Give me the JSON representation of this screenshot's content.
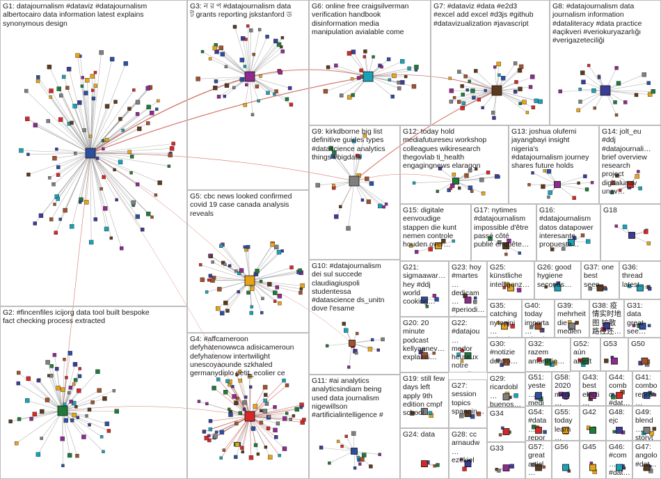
{
  "colors": {
    "background": "#ffffff",
    "group_border": "#bcbcbc",
    "edge_gray": "#9a9a9a",
    "edge_red": "#c0392b",
    "node_colors": [
      "#2d4fa1",
      "#1f7a3a",
      "#8e2a8e",
      "#d62728",
      "#e8a317",
      "#17a2b8",
      "#5b3a1e",
      "#3b3b98",
      "#7f7f7f",
      "#a0522d"
    ]
  },
  "groups": [
    {
      "id": "G1",
      "label": "G1: datajournalism #dataviz #datajournalism\nalbertocairo data information latest explains\nsynonymous design"
    },
    {
      "id": "G2",
      "label": "G2: #fincenfiles icijorg data tool built bespoke\nfact checking process extracted"
    },
    {
      "id": "G3",
      "label": "G3: ন র প #datajournalism data\nট grants reporting jskstanford ড"
    },
    {
      "id": "G4",
      "label": "G4: #affcameroon\ndefyhatenowwca adisicameroun\ndefyhatenow intertwilight\nunescoyaounde szkhaled\ngermanydiplo petit_ecolier ce"
    },
    {
      "id": "G5",
      "label": "G5: cbc news looked confirmed\ncovid 19 case canada analysis\nreveals"
    },
    {
      "id": "G6",
      "label": "G6: online free craigsilverman\nverification handbook\ndisinformation media\nmanipulation avialable come"
    },
    {
      "id": "G7",
      "label": "G7: #dataviz #data #e2d3\n#excel add excel #d3js #github\n#datavizualization #javascript"
    },
    {
      "id": "G8",
      "label": "G8: #datajournalism data\njournalism information\n#dataliteracy #data practice\n#açikveri #veriokuryazarlığı\n#verigazeteciliği"
    },
    {
      "id": "G9",
      "label": "G9: kirkdborne big list\ndefinitive guides types\n#datascience analytics\nthings #bigdata"
    },
    {
      "id": "G10",
      "label": "G10: #datajournalism\ndei sul succede\nclaudiagiuspoli\nstudentessa\n#datascience ds_unitn\ndove l'esame"
    },
    {
      "id": "G11",
      "label": "G11: #ai analytics\nanalyticsindiam being\nused data journalism\nnigewillson\n#artificialintelligence #"
    },
    {
      "id": "G12",
      "label": "G12: today hold\nmediafutureseu workshop\ncolleagues wikiresearch\nthegovlab ti_health\nengagingnews elaragon"
    },
    {
      "id": "G13",
      "label": "G13: joshua olufemi\njayangbayi insight\nnigeria's\n#datajournalism journey\nshares future holds"
    },
    {
      "id": "G14",
      "label": "G14: jolt_eu\n#ddj\n#datajournali…\nbrief overview\nresearch\nproject\ndigitalunav\nunav…"
    },
    {
      "id": "G15",
      "label": "G15: digitale\neenvoudige\nstappen die kunt\nnemen controle\nhouden over…"
    },
    {
      "id": "G16",
      "label": "G16:\n#datajournalism\ndatos datapower\ninteresante\npropuesta…"
    },
    {
      "id": "G17",
      "label": "G17: nytimes\n#datajournalism\nimpossible d'être\npassé côté\npublié enquête…"
    },
    {
      "id": "G18",
      "label": "G18"
    },
    {
      "id": "G19",
      "label": "G19: still few\ndays left\napply 9th\nedition cmpf\nschool…"
    },
    {
      "id": "G20",
      "label": "G20: 20\nminute\npodcast\nkellyannev…\nexplains…"
    },
    {
      "id": "G21",
      "label": "G21:\nsigmaawar…\nhey #ddj\nworld\ncooking…"
    },
    {
      "id": "G22",
      "label": "G22:\n#datajou…\nmedor\nheureux\nnotre\ntravail…"
    },
    {
      "id": "G23",
      "label": "G23: hoy\n#martes…\ndedicam…\n#periodi…\ndatos\nnuestra…"
    },
    {
      "id": "G24",
      "label": "G24: data"
    },
    {
      "id": "G25",
      "label": "G25:\nkünstliche\nintelligenz…"
    },
    {
      "id": "G26",
      "label": "G26: good\nhygiene\nseconds…"
    },
    {
      "id": "G27",
      "label": "G27:\nsession\ntopics\nspannin…"
    },
    {
      "id": "G28",
      "label": "G28: cc\narnaudw…\nezekiel"
    },
    {
      "id": "G29",
      "label": "G29:\nricardobl…\nbuenos…"
    },
    {
      "id": "G30",
      "label": "G30:\n#notizie\ndentro…"
    },
    {
      "id": "G31",
      "label": "G31:\ndata\ngreat\nsee…"
    },
    {
      "id": "G32",
      "label": "G32:\nrazem\nantonisie…"
    },
    {
      "id": "G33",
      "label": "G33"
    },
    {
      "id": "G34",
      "label": "G34"
    },
    {
      "id": "G35",
      "label": "G35:\ncatching\nnytopini…\n#datajo…"
    },
    {
      "id": "G36",
      "label": "G36:\nthread\nlatest…"
    },
    {
      "id": "G37",
      "label": "G37: one\nbest\nseen…"
    },
    {
      "id": "G38",
      "label": "G38: 疫\n情实时地\n图 扩散\n路径还…"
    },
    {
      "id": "G39",
      "label": "G39:\nmehrheit\ndie\nmedien…"
    },
    {
      "id": "G40",
      "label": "G40:\ntoday\nimporta…\n#datajo…"
    },
    {
      "id": "G41",
      "label": "G41:\ncomborepré…\ninter…"
    },
    {
      "id": "G42",
      "label": "G42"
    },
    {
      "id": "G43",
      "label": "G43:\nbest\nelecti…"
    },
    {
      "id": "G44",
      "label": "G44:\ncombo\n#dat…"
    },
    {
      "id": "G45",
      "label": "G45"
    },
    {
      "id": "G46",
      "label": "G46:\n#com…\n#dat…"
    },
    {
      "id": "G47",
      "label": "G47:\nangolo\n#dat…"
    },
    {
      "id": "G48",
      "label": "G48:\nejc"
    },
    {
      "id": "G49",
      "label": "G49:\nblend…\nstoryt…"
    },
    {
      "id": "G50",
      "label": "G50"
    },
    {
      "id": "G51",
      "label": "G51:\nyeste…\nmedi…"
    },
    {
      "id": "G52",
      "label": "G52:\naún\nabiert…"
    },
    {
      "id": "G53",
      "label": "G53"
    },
    {
      "id": "G54",
      "label": "G54:\n#data…\nrepor…"
    },
    {
      "id": "G55",
      "label": "G55:\ntoday\nlearn…"
    },
    {
      "id": "G56",
      "label": "G56"
    },
    {
      "id": "G57",
      "label": "G57:\ngreat\narticl…"
    },
    {
      "id": "G58",
      "label": "G58:\n2020\nmedi…"
    }
  ]
}
